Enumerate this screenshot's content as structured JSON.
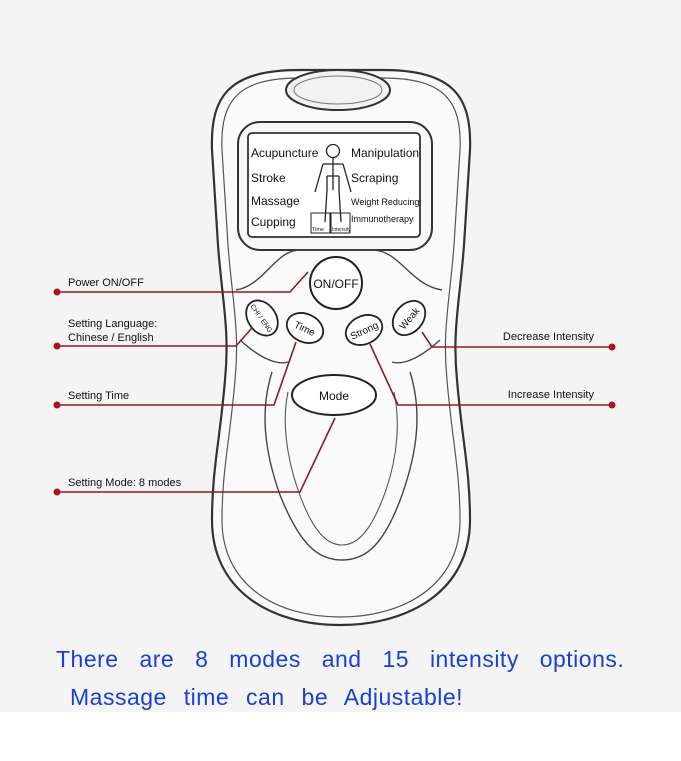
{
  "screen": {
    "left_items": [
      "Acupuncture",
      "Stroke",
      "Massage",
      "Cupping"
    ],
    "right_items": [
      "Manipulation",
      "Scraping",
      "Weight Reducing",
      "Immunotherapy"
    ],
    "box_time": "Time",
    "box_intensity": "Intensity"
  },
  "buttons": {
    "onoff": "ON/OFF",
    "lang": "CHI / ENG",
    "time": "Time",
    "strong": "Strong",
    "weak": "Weak",
    "mode": "Mode"
  },
  "callouts": {
    "power": "Power ON/OFF",
    "language_1": "Setting Language:",
    "language_2": "Chinese / English",
    "setting_time": "Setting Time",
    "setting_mode": "Setting Mode: 8 modes",
    "decrease": "Decrease Intensity",
    "increase": "Increase Intensity"
  },
  "caption": {
    "line1": "There are 8 modes and 15 intensity options.",
    "line2": "Massage time can be Adjustable!"
  },
  "colors": {
    "leader": "#8b1a24",
    "caption": "#1a3fd6",
    "outline": "#333333"
  }
}
